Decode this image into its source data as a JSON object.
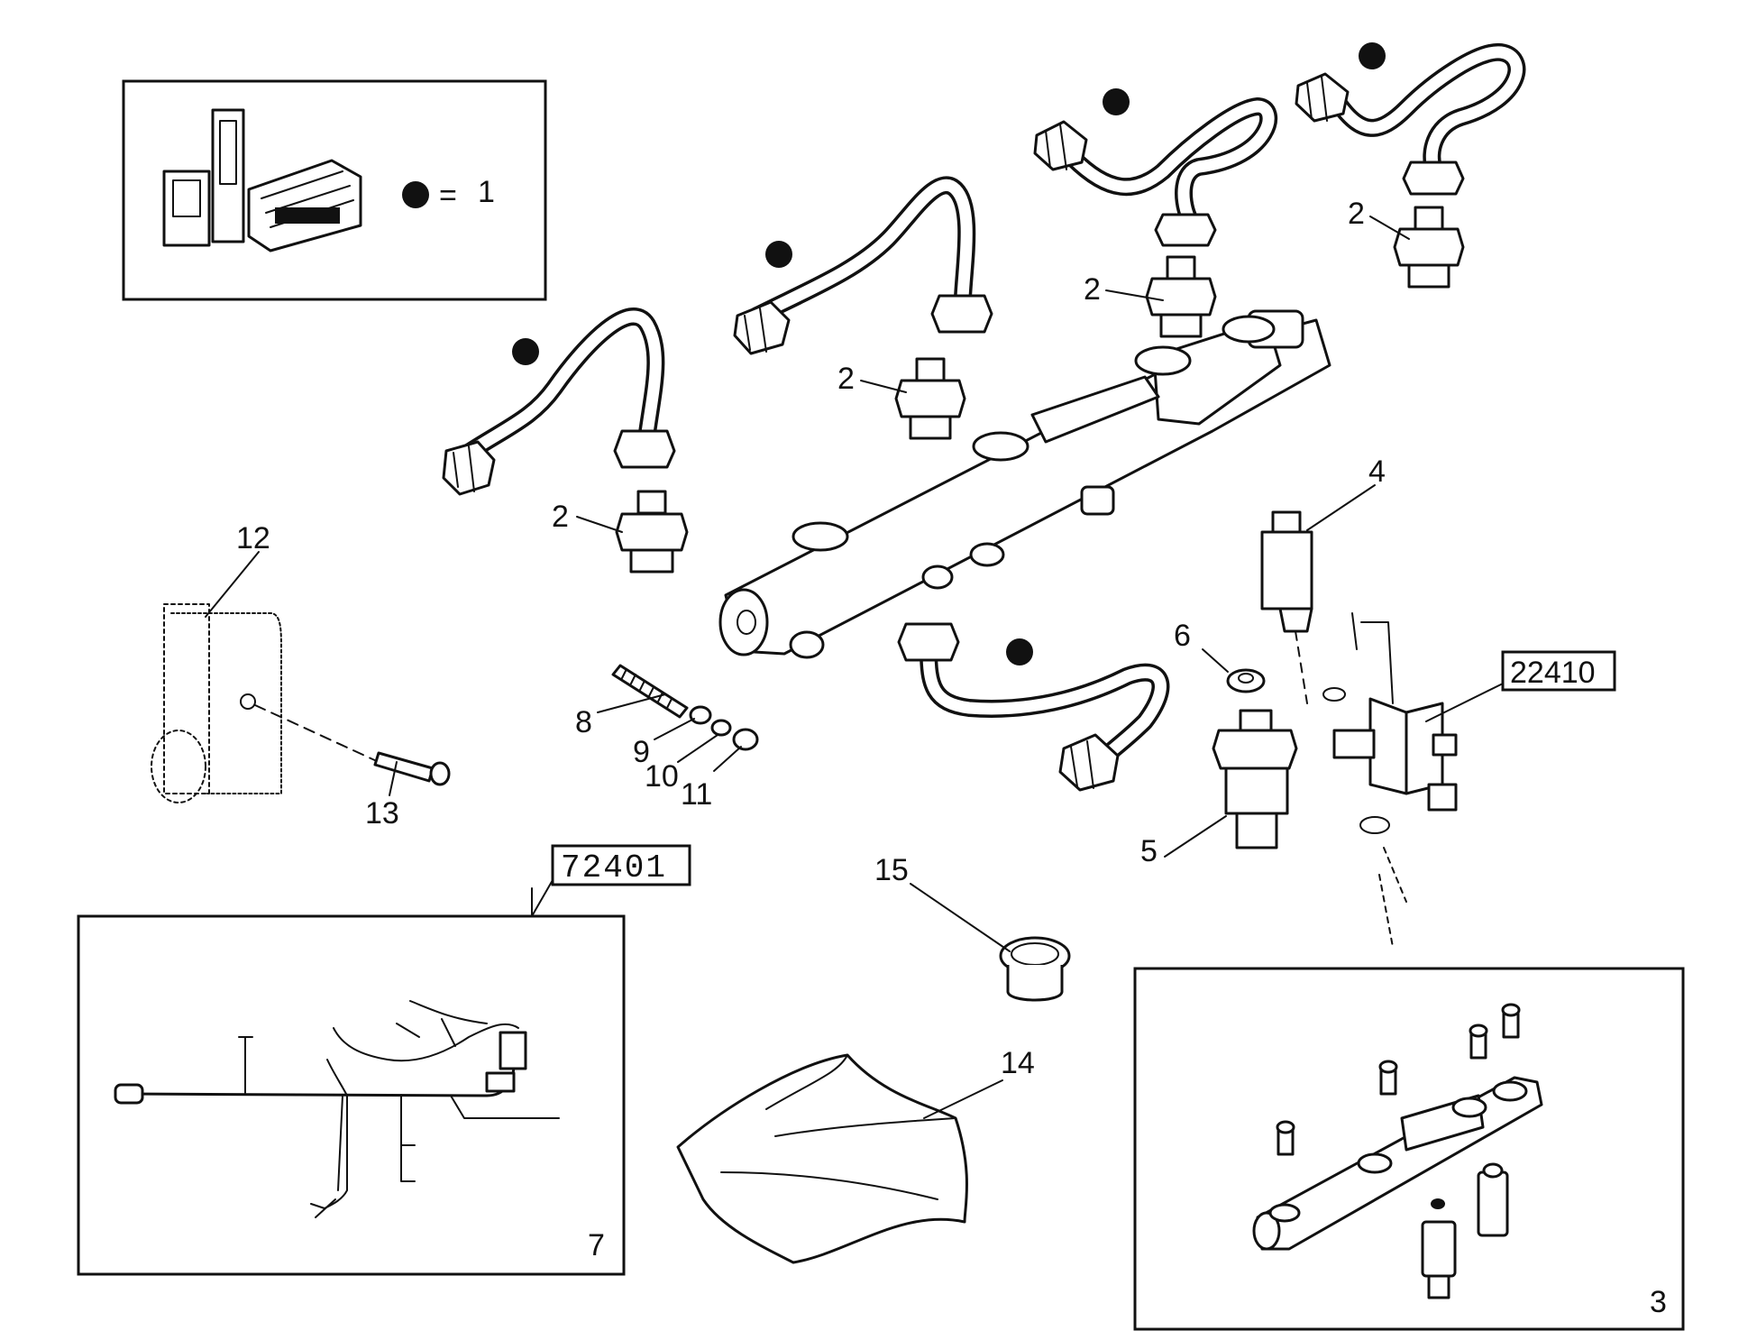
{
  "callouts": {
    "c1": "1",
    "c2": "2",
    "c3": "3",
    "c4": "4",
    "c5": "5",
    "c6": "6",
    "c7": "7",
    "c8": "8",
    "c9": "9",
    "c10": "10",
    "c11": "11",
    "c12": "12",
    "c13": "13",
    "c14": "14",
    "c15": "15"
  },
  "references": {
    "ref_22410": "22410",
    "ref_72401": "72401"
  },
  "legend": {
    "symbol": "●",
    "equals": "=",
    "value": "1"
  }
}
